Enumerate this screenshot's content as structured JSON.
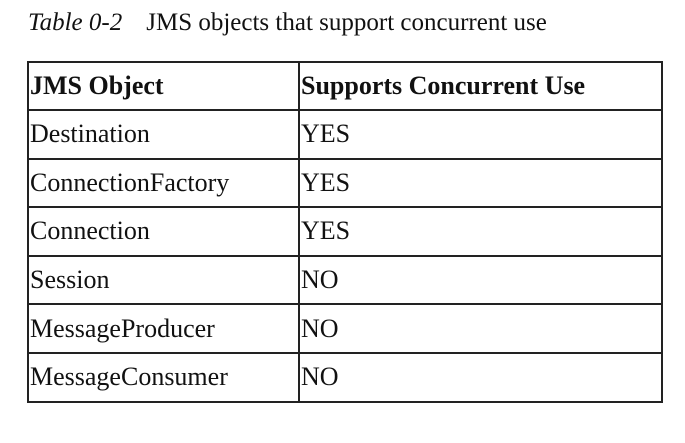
{
  "caption": {
    "label": "Table 0-2",
    "title": "JMS objects that support concurrent use"
  },
  "table": {
    "headers": [
      "JMS Object",
      "Supports Concurrent Use"
    ],
    "rows": [
      [
        "Destination",
        "YES"
      ],
      [
        "ConnectionFactory",
        "YES"
      ],
      [
        "Connection",
        "YES"
      ],
      [
        "Session",
        "NO"
      ],
      [
        "MessageProducer",
        "NO"
      ],
      [
        "MessageConsumer",
        "NO"
      ]
    ]
  }
}
